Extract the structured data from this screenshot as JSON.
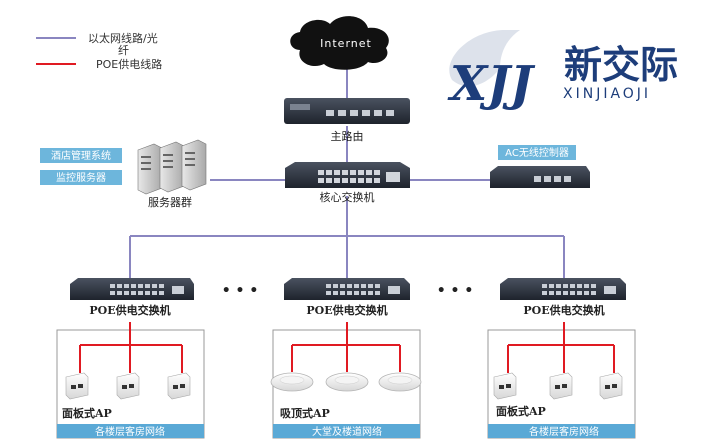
{
  "legend": {
    "ethernet_label": "以太网线路/光",
    "ethernet_label_cont": "纤",
    "ethernet_color": "#8a86c0",
    "poe_label": "POE供电线路",
    "poe_color": "#e01a22"
  },
  "brand": {
    "name": "新交际",
    "pinyin": "XINJIAOJI",
    "logo_text": "XJJ",
    "color": "#1d3d7a"
  },
  "cloud": {
    "label": "Internet"
  },
  "main_router": {
    "label": "主路由"
  },
  "core_switch": {
    "label": "核心交换机"
  },
  "ac_controller": {
    "label": "AC无线控制器"
  },
  "servers": {
    "label": "服务器群",
    "hotel_system": "酒店管理系统",
    "monitor_server": "监控服务器"
  },
  "poe_switches": [
    {
      "label": "POE供电交换机"
    },
    {
      "label": "POE供电交换机"
    },
    {
      "label": "POE供电交换机"
    }
  ],
  "ellipsis": "• • •",
  "groups": [
    {
      "ap_type": "面板式AP",
      "footer": "各楼层客房网络"
    },
    {
      "ap_type": "吸顶式AP",
      "footer": "大堂及楼道网络"
    },
    {
      "ap_type": "面板式AP",
      "footer": "各楼层客房网络"
    }
  ],
  "colors": {
    "label_bg": "#6db6dc",
    "footer_bg": "#5aa9d6",
    "device_dark": "#2d3440"
  }
}
